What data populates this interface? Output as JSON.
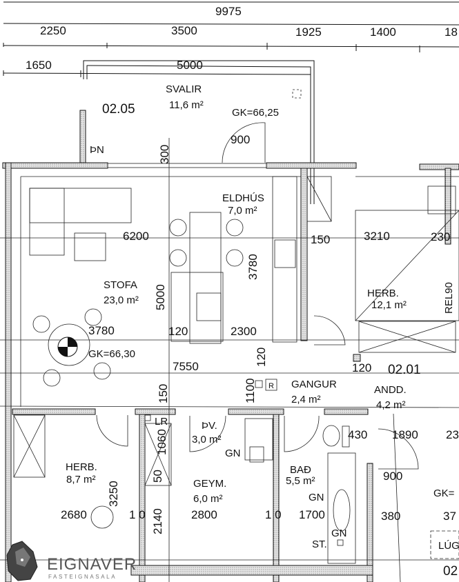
{
  "dimensions": {
    "total": "9975",
    "top": [
      "2250",
      "3500",
      "1925",
      "1400",
      "18"
    ],
    "balcony": [
      "1650",
      "5000"
    ],
    "interior": [
      "300",
      "900",
      "6200",
      "3780",
      "150",
      "3210",
      "230",
      "5000",
      "REL90",
      "3780",
      "120",
      "2300",
      "7550",
      "120",
      "120",
      "1100",
      "150",
      "1060",
      "430",
      "1890",
      "23",
      "3250",
      "50",
      "900",
      "2680",
      "1 0",
      "2140",
      "2800",
      "1 0",
      "1700",
      "380",
      "37"
    ]
  },
  "rooms": {
    "balcony": {
      "name": "SVALIR",
      "area": "11,6 m²",
      "number": "02.05",
      "level": "GK=66,25",
      "tag": "ÞN"
    },
    "kitchen": {
      "name": "ELDHÚS",
      "area": "7,0 m²"
    },
    "living": {
      "name": "STOFA",
      "area": "23,0 m²",
      "level": "GK=66,30"
    },
    "bedroom1": {
      "name": "HERB.",
      "area": "12,1 m²"
    },
    "hall": {
      "name": "GANGUR",
      "area": "2,4 m²",
      "tag": "R"
    },
    "entry": {
      "name": "ANDD.",
      "area": "4,2 m²",
      "number": "02.01"
    },
    "laundry": {
      "name": "ÞV.",
      "area": "3,0 m²",
      "tag": "LR",
      "gn": "GN"
    },
    "bedroom2": {
      "name": "HERB.",
      "area": "8,7 m²"
    },
    "storage": {
      "name": "GEYM.",
      "area": "6,0 m²"
    },
    "bath": {
      "name": "BAÐ",
      "area": "5,5 m²",
      "gn": "GN"
    },
    "st": {
      "gn": "GN",
      "name": "ST."
    },
    "neighbor": {
      "level": "GK=",
      "tag": "LÚG",
      "number": "02"
    }
  },
  "logo": {
    "name": "EIGNAVER",
    "sub": "FASTEIGNASALA"
  }
}
